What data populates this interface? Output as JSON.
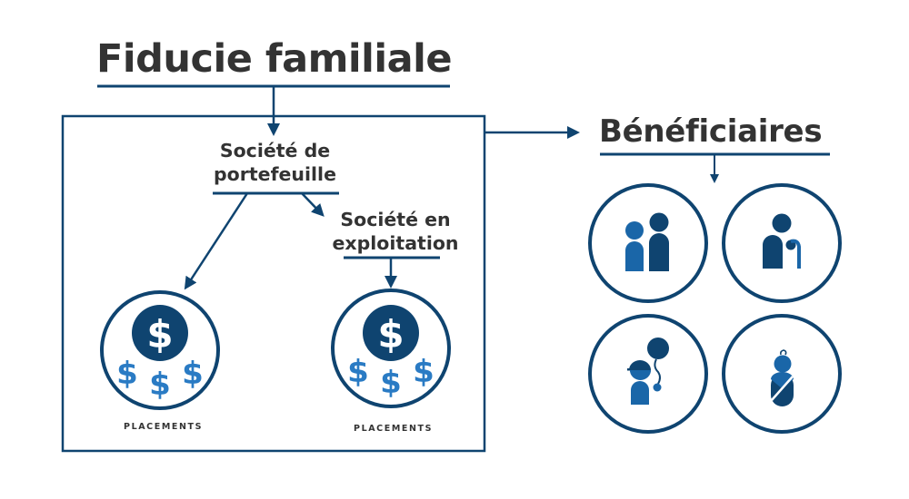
{
  "diagram": {
    "title": "Fiducie familiale",
    "holding_company": {
      "label_line1": "Société de",
      "label_line2": "portefeuille"
    },
    "operating_company": {
      "label_line1": "Société en",
      "label_line2": "exploitation"
    },
    "investments": [
      {
        "label": "PLACEMENTS",
        "icon": "dollar-coins-icon"
      },
      {
        "label": "PLACEMENTS",
        "icon": "dollar-coins-icon"
      }
    ],
    "beneficiaries": {
      "title": "Bénéficiaires",
      "items": [
        {
          "icon": "couple-icon",
          "description": "adults"
        },
        {
          "icon": "senior-with-cane-icon",
          "description": "senior"
        },
        {
          "icon": "child-with-balloon-icon",
          "description": "child"
        },
        {
          "icon": "baby-icon",
          "description": "baby"
        }
      ]
    },
    "glyphs": {
      "dollar": "$"
    },
    "colors": {
      "navy": "#0f4470",
      "blue": "#1a66a8",
      "light_blue": "#2a7bc4",
      "text": "#333333",
      "background": "#ffffff"
    }
  }
}
